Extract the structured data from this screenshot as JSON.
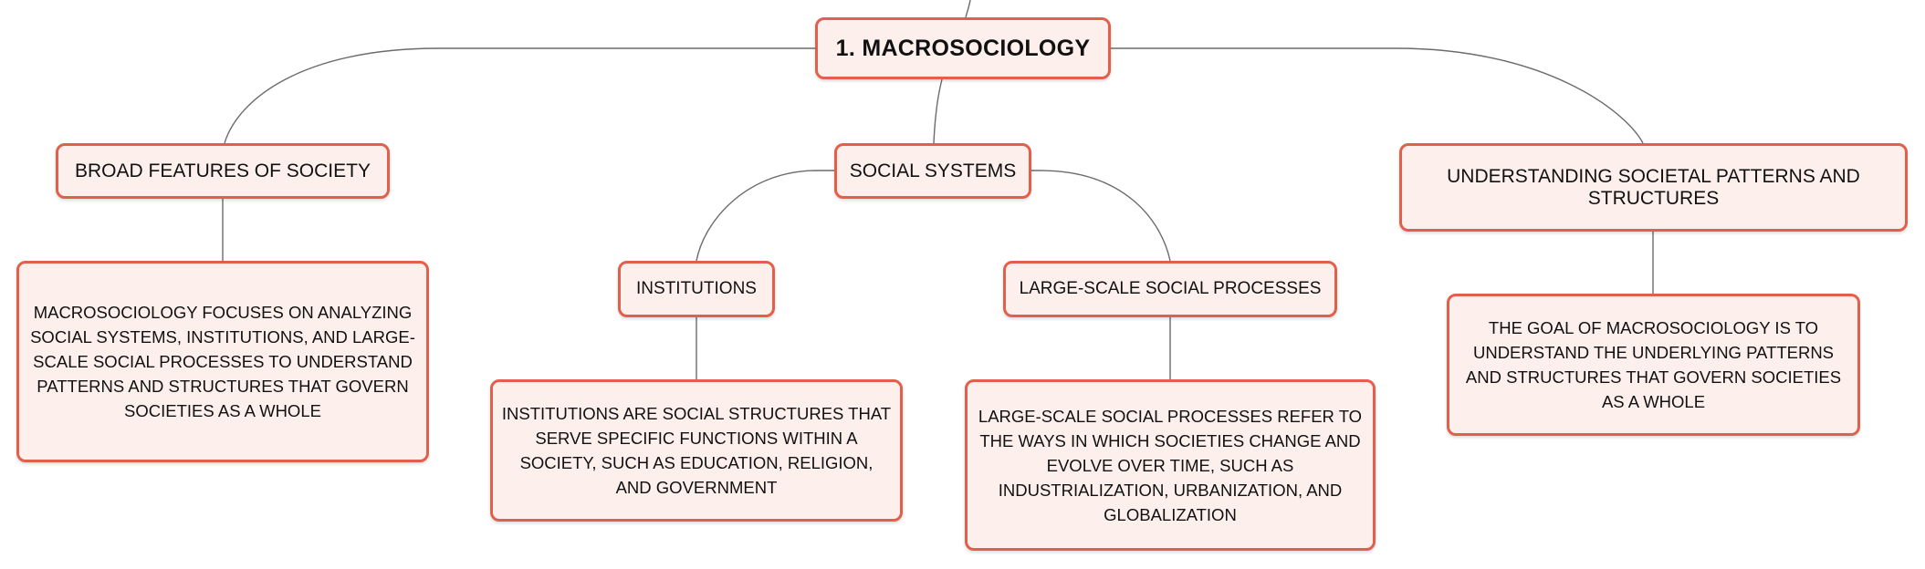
{
  "diagram": {
    "root": {
      "label": "1. MACROSOCIOLOGY"
    },
    "branches": {
      "broad_features": {
        "label": "BROAD FEATURES OF SOCIETY",
        "detail": "MACROSOCIOLOGY FOCUSES ON ANALYZING SOCIAL SYSTEMS, INSTITUTIONS, AND LARGE-SCALE SOCIAL PROCESSES TO UNDERSTAND PATTERNS AND STRUCTURES THAT GOVERN SOCIETIES AS A WHOLE"
      },
      "social_systems": {
        "label": "SOCIAL SYSTEMS",
        "institutions": {
          "label": "INSTITUTIONS",
          "detail": "INSTITUTIONS ARE SOCIAL STRUCTURES THAT SERVE SPECIFIC FUNCTIONS WITHIN A SOCIETY, SUCH AS EDUCATION, RELIGION, AND GOVERNMENT"
        },
        "large_scale": {
          "label": "LARGE-SCALE SOCIAL PROCESSES",
          "detail": "LARGE-SCALE SOCIAL PROCESSES REFER TO THE WAYS IN WHICH SOCIETIES CHANGE AND EVOLVE OVER TIME, SUCH AS INDUSTRIALIZATION, URBANIZATION, AND GLOBALIZATION"
        }
      },
      "understanding": {
        "label": "UNDERSTANDING SOCIETAL PATTERNS AND STRUCTURES",
        "detail": "THE GOAL OF MACROSOCIOLOGY IS TO UNDERSTAND THE UNDERLYING PATTERNS AND STRUCTURES THAT GOVERN SOCIETIES AS A WHOLE"
      }
    }
  },
  "colors": {
    "node_border": "#e2604b",
    "node_fill": "#fdf0ec",
    "connector": "#6b6b6b"
  }
}
